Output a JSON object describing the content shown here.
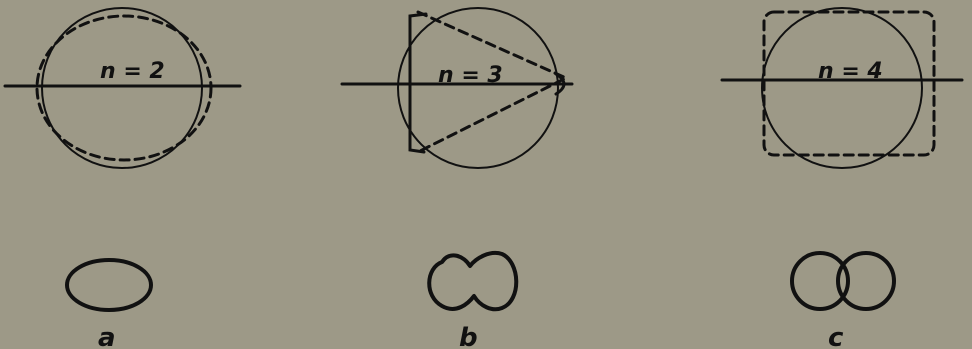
{
  "panels": [
    {
      "id": "a",
      "mode_label": "n = 2",
      "caption": "a"
    },
    {
      "id": "b",
      "mode_label": "n = 3",
      "caption": "b"
    },
    {
      "id": "c",
      "mode_label": "n = 4",
      "caption": "c"
    }
  ],
  "colors": {
    "background": "#9d9987",
    "ink": "#111111"
  }
}
